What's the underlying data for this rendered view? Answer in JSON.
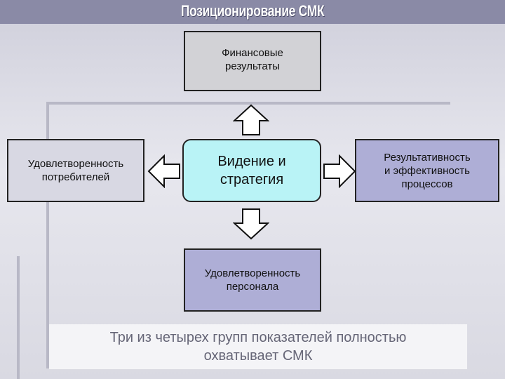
{
  "title": "Позиционирование СМК",
  "boxes": {
    "financial": "Финансовые\nрезультаты",
    "customer": "Удовлетворенность\nпотребителей",
    "center": "Видение и\nстратегия",
    "process": "Результативность\nи эффективность\nпроцессов",
    "staff": "Удовлетворенность\nперсонала"
  },
  "note": "Три из четырех групп показателей полностью\nохватывает СМК",
  "colors": {
    "title_bar": "#8a8aa6",
    "center_box": "#b9f3f6",
    "accent_box": "#aeaed6",
    "neutral_box": "#d2d2d6"
  }
}
